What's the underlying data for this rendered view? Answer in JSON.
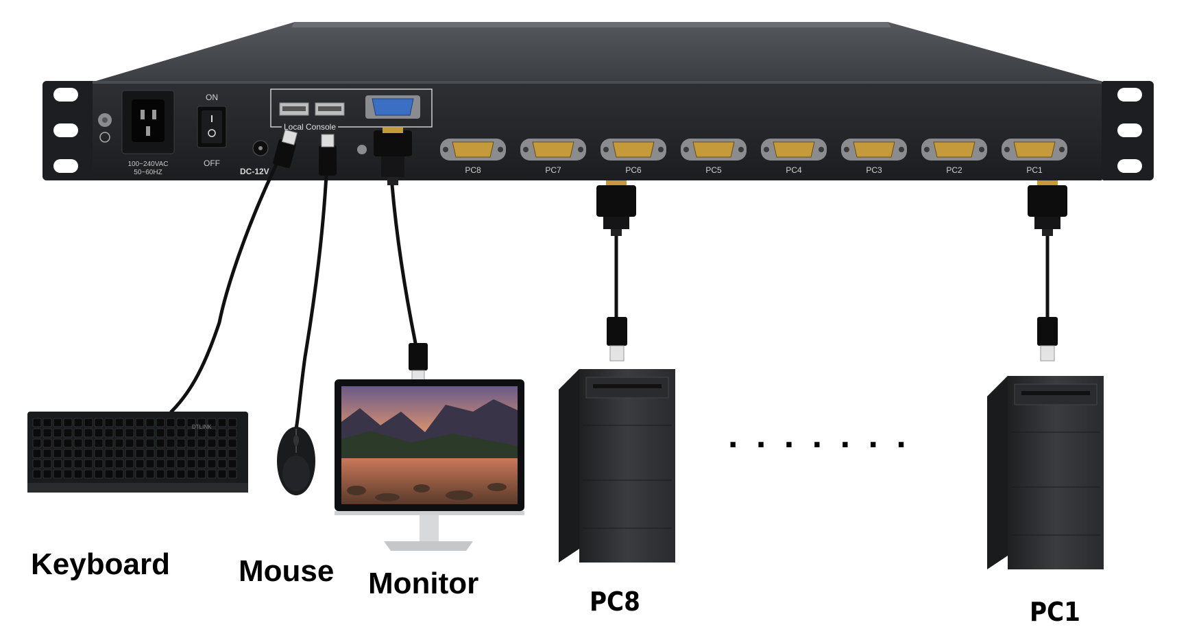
{
  "kvm": {
    "power_on_label": "ON",
    "power_off_label": "OFF",
    "power_rating_line1": "100~240VAC",
    "power_rating_line2": "50~60HZ",
    "dc_label": "DC-12V",
    "local_console_label": "Local Console",
    "ports": [
      "PC8",
      "PC7",
      "PC6",
      "PC5",
      "PC4",
      "PC3",
      "PC2",
      "PC1"
    ]
  },
  "keyboard_brand": "DTLINK",
  "labels": {
    "keyboard": "Keyboard",
    "mouse": "Mouse",
    "monitor": "Monitor",
    "pc8": "PC8",
    "pc1": "PC1"
  },
  "ellipsis": ". . . . . . .",
  "colors": {
    "chassis": "#2b2d30",
    "chassis_top": "#4a4d52",
    "vga_port": "#c49a3a",
    "local_vga": "#3a6fc4",
    "cable": "#111111"
  }
}
